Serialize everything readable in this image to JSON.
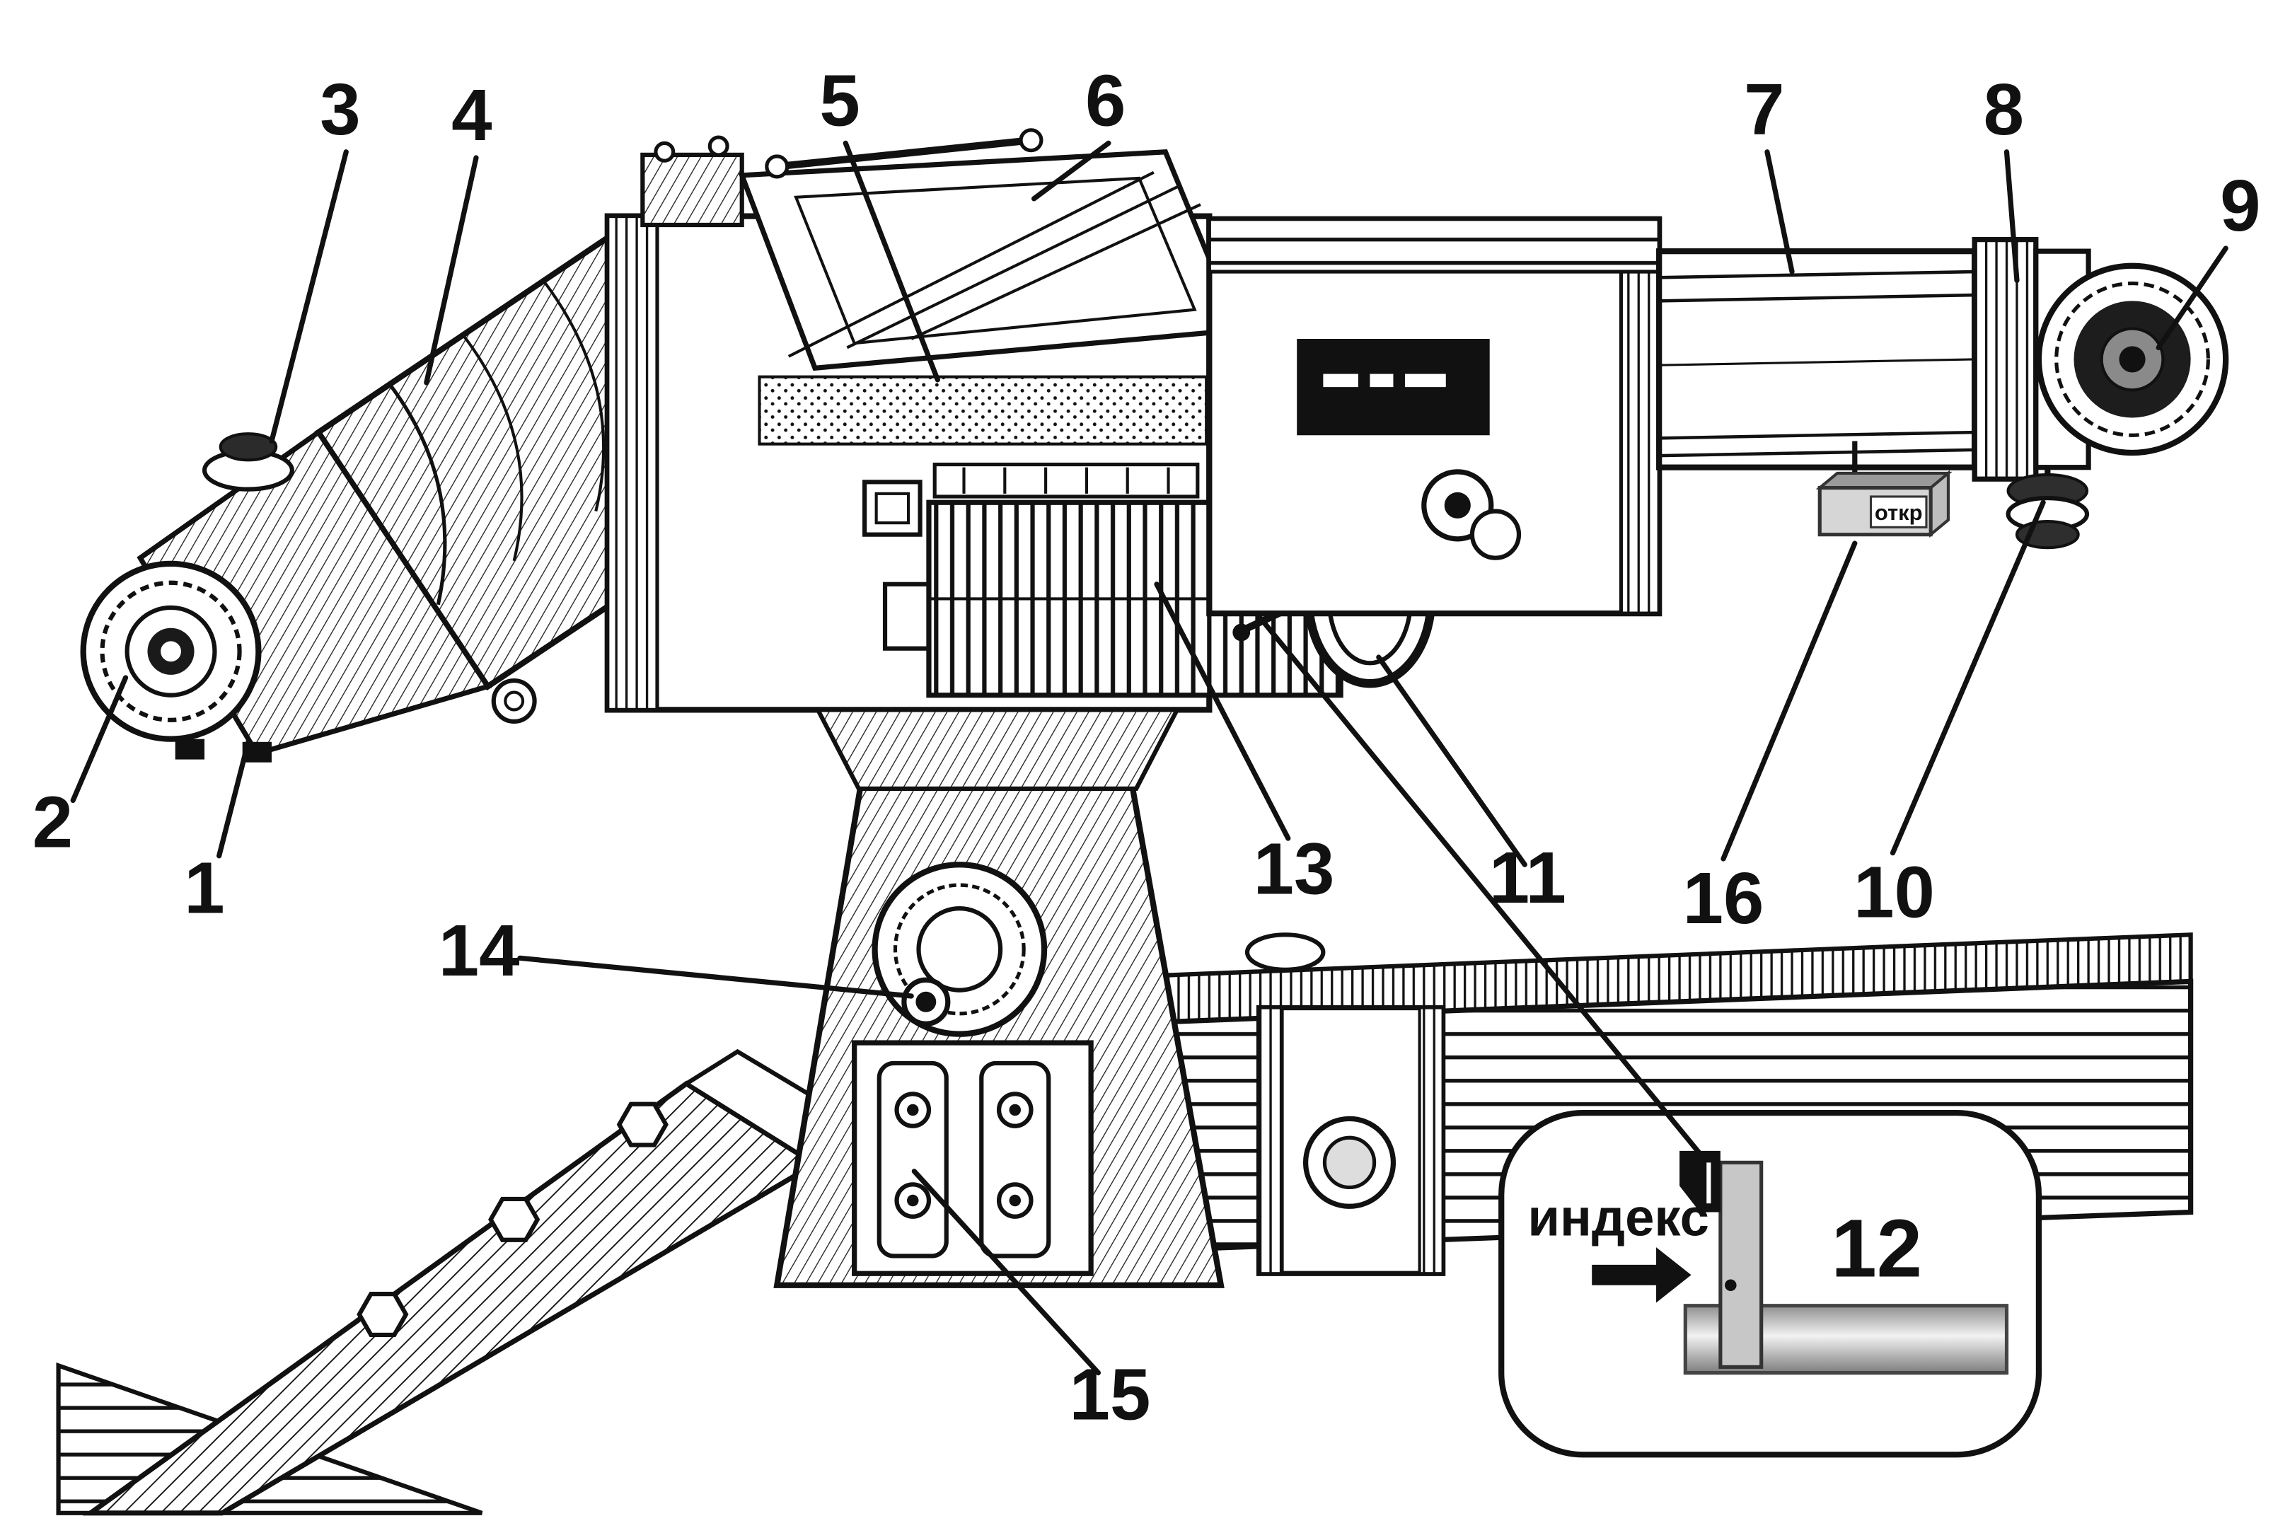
{
  "figure": {
    "kind": "technical-line-drawing",
    "background_color": "#ffffff",
    "ink_color": "#111111",
    "metal_color": "#c7c7c7"
  },
  "callouts": [
    {
      "label": "1"
    },
    {
      "label": "2"
    },
    {
      "label": "3"
    },
    {
      "label": "4"
    },
    {
      "label": "5"
    },
    {
      "label": "6"
    },
    {
      "label": "7"
    },
    {
      "label": "8"
    },
    {
      "label": "9"
    },
    {
      "label": "10"
    },
    {
      "label": "11"
    },
    {
      "label": "12"
    },
    {
      "label": "13"
    },
    {
      "label": "14"
    },
    {
      "label": "15"
    },
    {
      "label": "16"
    }
  ],
  "labels": {
    "index_pointer": "индекс",
    "shutter_tag": "откр"
  }
}
